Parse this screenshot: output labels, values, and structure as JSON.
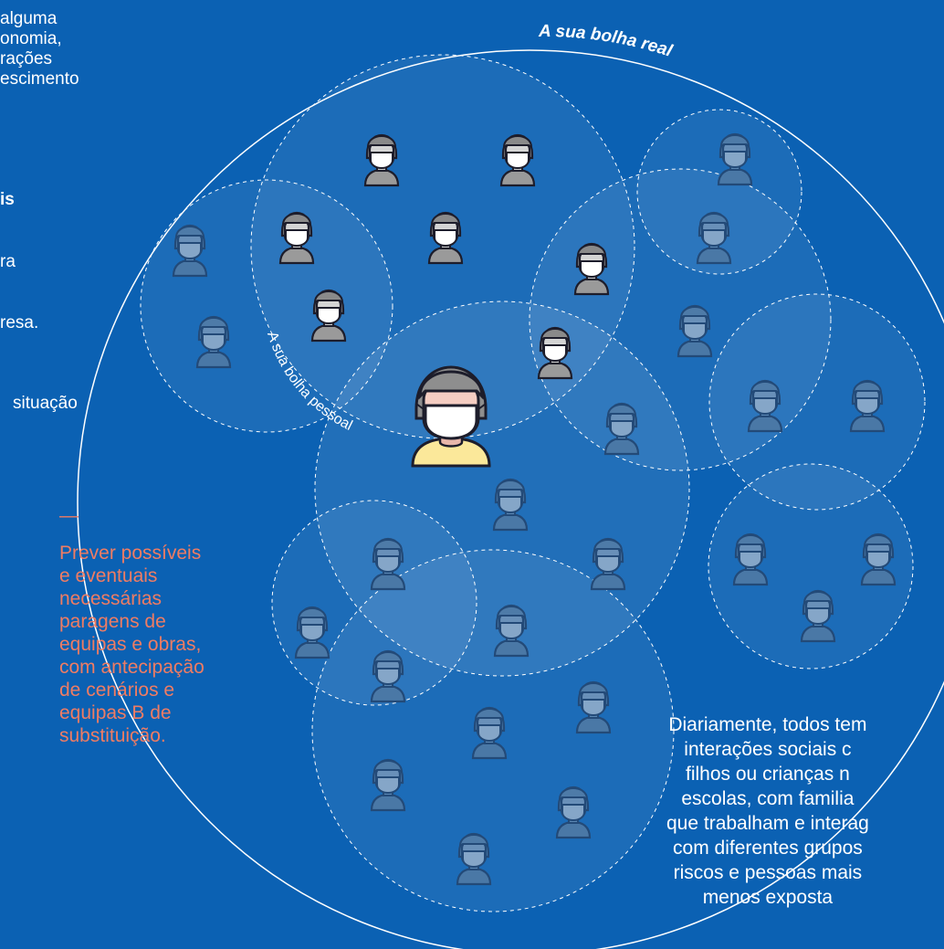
{
  "labels": {
    "real_bubble": "A sua bolha real",
    "personal_bubble": "A sua bolha pessoal"
  },
  "left_column": {
    "p1": "alguma\nonomia,\nrações\nescimento",
    "bold_fragment": "is",
    "frag_ra": "ra",
    "frag_presa": "resa.",
    "frag_situacao": "situação"
  },
  "callout": {
    "dash": "—",
    "text": "Prever possíveis\ne eventuais\nnecessárias\nparagens de\nequipas e obras,\ncom antecipação\nde cenários e\nequipas B de\nsubstituição."
  },
  "right_text": {
    "text": "Diariamente, todos tem\ninterações sociais c\nfilhos ou crianças n\nescolas, com familia\nque trabalham e interag\ncom diferentes grupos\nriscos e pessoas mais\nmenos exposta"
  },
  "colors": {
    "background": "#0b61b3",
    "accent_orange": "#ef7c63",
    "skin": "#f5cdc2",
    "shirt": "#fbe89a",
    "hair": "#8e8e8e",
    "outline": "#1d1d2b"
  },
  "icons": {
    "main_person": "masked-person-main-icon",
    "person": "masked-person-icon"
  }
}
